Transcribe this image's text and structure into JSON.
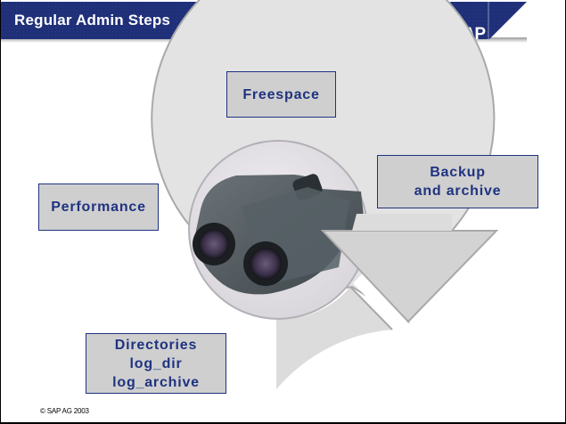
{
  "header": {
    "title": "Regular Admin Steps",
    "logo_text": "SAP",
    "banner_color": "#1f2f78"
  },
  "diagram": {
    "center_image": "binoculars-photo",
    "steps": [
      {
        "lines": [
          "Freespace"
        ]
      },
      {
        "lines": [
          "Backup",
          "and archive"
        ]
      },
      {
        "lines": [
          "Performance"
        ]
      },
      {
        "lines": [
          "Directories",
          "log_dir",
          "log_archive"
        ]
      }
    ],
    "box_fill": "#cfcfcf",
    "text_color": "#1f3380"
  },
  "footer": {
    "copyright": "© SAP AG 2003"
  }
}
